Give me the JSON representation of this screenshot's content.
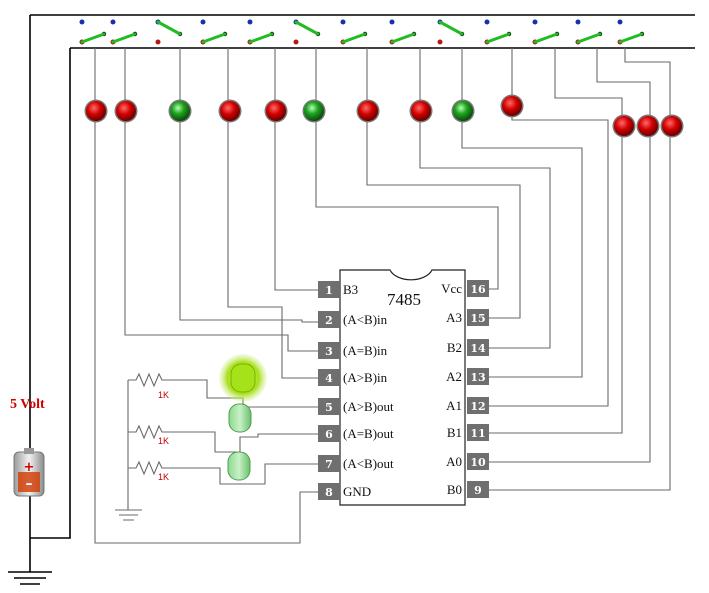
{
  "chip": {
    "name": "7485",
    "pins": [
      {
        "num": "1",
        "label": "B3",
        "side": "left"
      },
      {
        "num": "2",
        "label": "(A<B)in",
        "side": "left"
      },
      {
        "num": "3",
        "label": "(A=B)in",
        "side": "left"
      },
      {
        "num": "4",
        "label": "(A>B)in",
        "side": "left"
      },
      {
        "num": "5",
        "label": "(A>B)out",
        "side": "left"
      },
      {
        "num": "6",
        "label": "(A=B)out",
        "side": "left"
      },
      {
        "num": "7",
        "label": "(A<B)out",
        "side": "left"
      },
      {
        "num": "8",
        "label": "GND",
        "side": "left"
      },
      {
        "num": "16",
        "label": "Vcc",
        "side": "right"
      },
      {
        "num": "15",
        "label": "A3",
        "side": "right"
      },
      {
        "num": "14",
        "label": "B2",
        "side": "right"
      },
      {
        "num": "13",
        "label": "A2",
        "side": "right"
      },
      {
        "num": "12",
        "label": "A1",
        "side": "right"
      },
      {
        "num": "11",
        "label": "B1",
        "side": "right"
      },
      {
        "num": "10",
        "label": "A0",
        "side": "right"
      },
      {
        "num": "9",
        "label": "B0",
        "side": "right"
      }
    ]
  },
  "supply": {
    "label": "5 Volt"
  },
  "resistors": [
    {
      "label": "1K"
    },
    {
      "label": "1K"
    },
    {
      "label": "1K"
    }
  ],
  "indicator_leds": [
    {
      "color": "red"
    },
    {
      "color": "red"
    },
    {
      "color": "green"
    },
    {
      "color": "red"
    },
    {
      "color": "red"
    },
    {
      "color": "green"
    },
    {
      "color": "red"
    },
    {
      "color": "red"
    },
    {
      "color": "green"
    },
    {
      "color": "red"
    },
    {
      "color": "red"
    },
    {
      "color": "red"
    },
    {
      "color": "red"
    }
  ],
  "output_leds": [
    {
      "state": "lit"
    },
    {
      "state": "off"
    },
    {
      "state": "off"
    }
  ],
  "switches": [
    {
      "state": "down"
    },
    {
      "state": "down"
    },
    {
      "state": "up"
    },
    {
      "state": "down"
    },
    {
      "state": "down"
    },
    {
      "state": "up"
    },
    {
      "state": "down"
    },
    {
      "state": "down"
    },
    {
      "state": "up"
    },
    {
      "state": "down"
    },
    {
      "state": "down"
    },
    {
      "state": "down"
    },
    {
      "state": "down"
    }
  ],
  "colors": {
    "led_red": "#cc0000",
    "led_green": "#1a9a1a",
    "led_lit": "#9be21a",
    "switch": "#22bb22",
    "pin": "#6f6f6f",
    "volt_text": "#d00000"
  }
}
